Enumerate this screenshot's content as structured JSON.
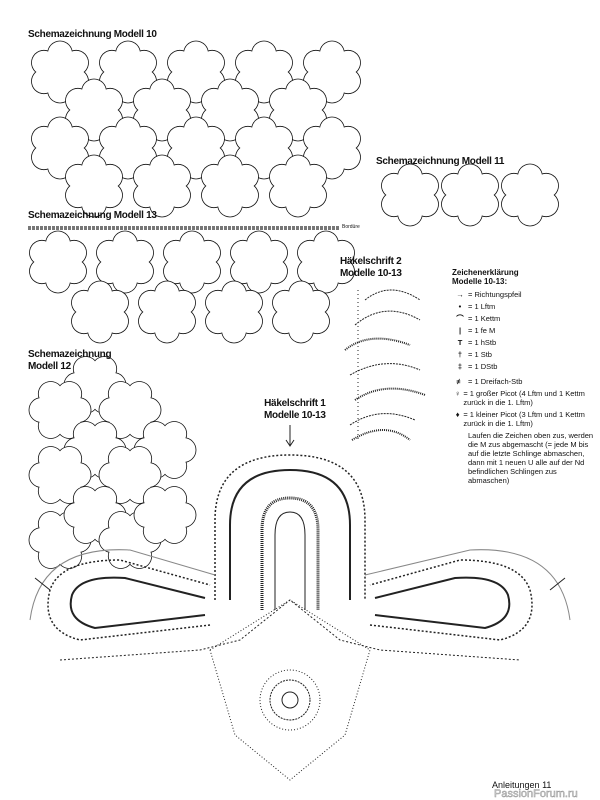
{
  "titles": {
    "m10": "Schemazeichnung Modell 10",
    "m11": "Schemazeichnung Modell 11",
    "m13": "Schemazeichnung Modell 13",
    "m12a": "Schemazeichnung",
    "m12b": "Modell 12",
    "h2a": "Häkelschrift 2",
    "h2b": "Modelle 10-13",
    "h1a": "Häkelschrift 1",
    "h1b": "Modelle 10-13"
  },
  "border_label": "Bordüre",
  "legend": {
    "title1": "Zeichenerklärung",
    "title2": "Modelle 10-13:",
    "items": [
      {
        "icon": "arrow-icon",
        "sym": "→",
        "text": "= Richtungspfeil"
      },
      {
        "icon": "dot-icon",
        "sym": "•",
        "text": "= 1 Lftm"
      },
      {
        "icon": "arc-icon",
        "sym": "⌒",
        "text": "= 1 Kettm"
      },
      {
        "icon": "bar-icon",
        "sym": "|",
        "text": "= 1 fe M"
      },
      {
        "icon": "t-icon",
        "sym": "T",
        "text": "= 1 hStb"
      },
      {
        "icon": "cross-icon",
        "sym": "†",
        "text": "= 1 Stb"
      },
      {
        "icon": "double-cross-icon",
        "sym": "‡",
        "text": "= 1 DStb"
      },
      {
        "icon": "triple-cross-icon",
        "sym": "≢",
        "text": "= 1 Dreifach-Stb"
      },
      {
        "icon": "large-picot-icon",
        "sym": "♀",
        "text": "= 1 großer Picot (4 Lftm und 1 Kettm zurück in die 1. Lftm)"
      },
      {
        "icon": "small-picot-icon",
        "sym": "♦",
        "text": "= 1 kleiner Picot (3 Lftm und 1 Kettm zurück in die 1. Lftm)"
      }
    ],
    "note": "Laufen die Zeichen oben zus, werden die M zus abgemascht (= jede M bis auf die letzte Schlinge abmaschen, dann mit 1 neuen U alle auf der Nd befindlichen Schlingen zus abmaschen)"
  },
  "footer": {
    "section": "Anleitungen",
    "page": "11",
    "watermark": "PassionForum.ru"
  }
}
